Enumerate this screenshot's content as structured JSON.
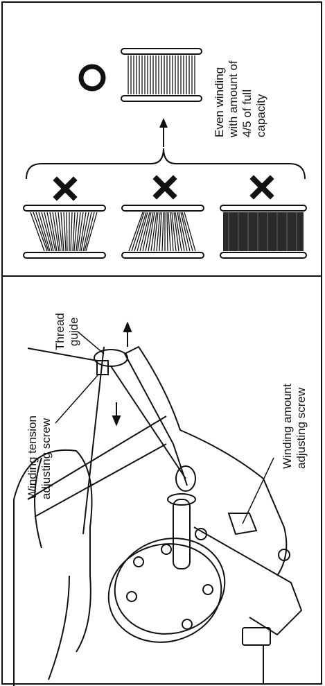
{
  "labels": {
    "thread_guide": [
      "Thread",
      "guide"
    ],
    "winding_tension": [
      "Winding tension",
      "adjusting screw"
    ],
    "winding_amount": [
      "Winding amount",
      "adjusting screw"
    ],
    "even_winding": [
      "Even winding",
      "with amount of",
      "4/5 of full",
      "capacity"
    ]
  },
  "marks": {
    "good": "O",
    "bad": "X"
  },
  "colors": {
    "ink": "#111111",
    "paper": "#ffffff"
  }
}
